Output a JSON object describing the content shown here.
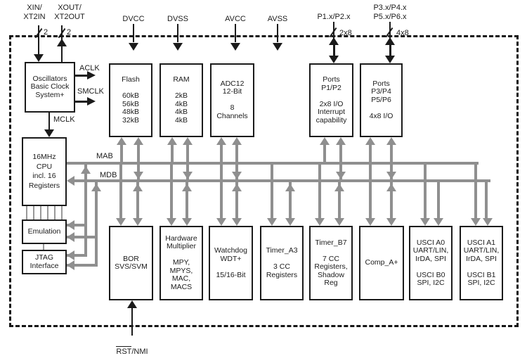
{
  "pins": {
    "xin": "XIN/\nXT2IN",
    "xout": "XOUT/\nXT2OUT",
    "dvcc": "DVCC",
    "dvss": "DVSS",
    "avcc": "AVCC",
    "avss": "AVSS",
    "p12": "P1.x/P2.x",
    "p36": "P3.x/P4.x\nP5.x/P6.x",
    "rst_overlined": "RST",
    "rst_rest": "/NMI"
  },
  "bus_widths": {
    "xin": "2",
    "xout": "2",
    "p12": "2x8",
    "p36": "4x8"
  },
  "clocks": {
    "aclk": "ACLK",
    "smclk": "SMCLK",
    "mclk": "MCLK"
  },
  "buses": {
    "mab": "MAB",
    "mdb": "MDB"
  },
  "blocks": {
    "oscillators": "Oscillators\nBasic Clock\nSystem+",
    "flash": "Flash\n\n60kB\n56kB\n48kB\n32kB",
    "ram": "RAM\n\n2kB\n4kB\n4kB\n4kB",
    "adc12": "ADC12\n12-Bit\n\n8\nChannels",
    "ports12": "Ports\nP1/P2\n\n2x8 I/O\nInterrupt\ncapability",
    "ports36": "Ports\nP3/P4\nP5/P6\n\n4x8 I/O",
    "cpu": "16MHz\nCPU\nincl. 16\nRegisters",
    "emulation": "Emulation",
    "jtag": "JTAG\nInterface",
    "bor": "BOR\nSVS/SVM",
    "multiplier": "Hardware\nMultiplier\n\nMPY,\nMPYS,\nMAC,\nMACS",
    "watchdog": "Watchdog\nWDT+\n\n15/16-Bit",
    "timer_a3": "Timer_A3\n\n3 CC\nRegisters",
    "timer_b7": "Timer_B7\n\n7 CC\nRegisters,\nShadow\nReg",
    "comp": "Comp_A+",
    "usci_a0": "USCI A0\nUART/LIN,\nIrDA, SPI\n\nUSCI B0\nSPI, I2C",
    "usci_a1": "USCI A1\nUART/LIN,\nIrDA, SPI\n\nUSCI B1\nSPI, I2C"
  },
  "colors": {
    "bus_gray": "#8f8f8f",
    "line_black": "#1b1b1b"
  }
}
